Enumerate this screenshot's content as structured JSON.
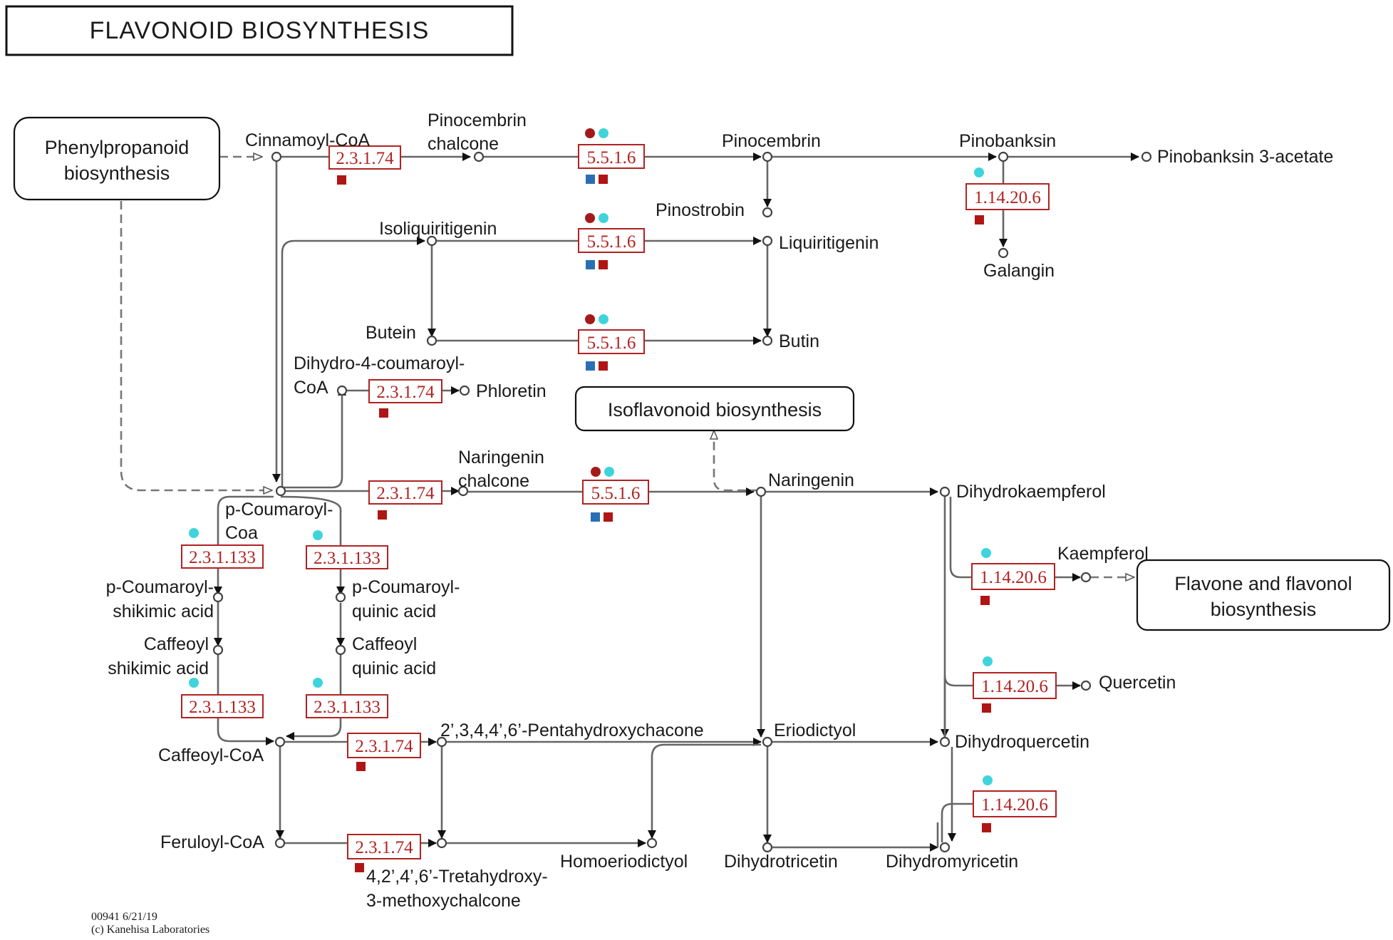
{
  "title": "FLAVONOID BIOSYNTHESIS",
  "footer": {
    "map_id": "00941 6/21/19",
    "copyright": "(c) Kanehisa Laboratories"
  },
  "maps": {
    "phenylpropanoid": [
      "Phenylpropanoid",
      "biosynthesis"
    ],
    "isoflavonoid": "Isoflavonoid biosynthesis",
    "flavone": [
      "Flavone and flavonol",
      "biosynthesis"
    ]
  },
  "compounds": {
    "cinnamoyl_coa": "Cinnamoyl-CoA",
    "pinocembrin_chalcone": [
      "Pinocembrin",
      "chalcone"
    ],
    "pinocembrin": "Pinocembrin",
    "pinobanksin": "Pinobanksin",
    "pinobanksin_3_acetate": "Pinobanksin 3-acetate",
    "pinostrobin": "Pinostrobin",
    "galangin": "Galangin",
    "isoliquiritigenin": "Isoliquiritigenin",
    "liquiritigenin": "Liquiritigenin",
    "butein": "Butein",
    "butin": "Butin",
    "dihydro_4_coumaroyl_coa": [
      "Dihydro-4-coumaroyl-",
      "CoA"
    ],
    "phloretin": "Phloretin",
    "naringenin_chalcone": [
      "Naringenin",
      "chalcone"
    ],
    "naringenin": "Naringenin",
    "dihydrokaempferol": "Dihydrokaempferol",
    "p_coumaroyl_coa": [
      "p-Coumaroyl-",
      "Coa"
    ],
    "kaempferol": "Kaempferol",
    "p_coumaroyl_shikimic": [
      "p-Coumaroyl-",
      "shikimic acid"
    ],
    "p_coumaroyl_quinic": [
      "p-Coumaroyl-",
      "quinic acid"
    ],
    "caffeoyl_shikimic": [
      "Caffeoyl",
      "shikimic acid"
    ],
    "caffeoyl_quinic": [
      "Caffeoyl",
      "quinic acid"
    ],
    "quercetin": "Quercetin",
    "pentahydroxychalcone": "2’,3,4,4’,6’-Pentahydroxychacone",
    "eriodictyol": "Eriodictyol",
    "dihydroquercetin": "Dihydroquercetin",
    "caffeoyl_coa": "Caffeoyl-CoA",
    "feruloyl_coa": "Feruloyl-CoA",
    "homoeriodictyol": "Homoeriodictyol",
    "dihydrotricetin": "Dihydrotricetin",
    "dihydromyricetin": "Dihydromyricetin",
    "tetrahydroxy_chalcone": [
      "4,2’,4’,6’-Tretahydroxy-",
      "3-methoxychalcone"
    ]
  },
  "enzymes": {
    "e1": "2.3.1.74",
    "e2": "5.5.1.6",
    "e3": "1.14.20.6",
    "e4": "5.5.1.6",
    "e5": "5.5.1.6",
    "e6": "2.3.1.74",
    "e7": "2.3.1.74",
    "e8": "5.5.1.6",
    "e9": "2.3.1.133",
    "e10": "2.3.1.133",
    "e11": "1.14.20.6",
    "e12": "1.14.20.6",
    "e13": "2.3.1.133",
    "e14": "2.3.1.133",
    "e15": "2.3.1.74",
    "e16": "1.14.20.6",
    "e17": "2.3.1.74"
  },
  "marker_colors": {
    "dark_red_circle": "#a31a1a",
    "cyan_circle": "#3fd4dc",
    "blue_square": "#2a6fb5",
    "red_square": "#b01515",
    "enzyme_border": "#b22222"
  }
}
